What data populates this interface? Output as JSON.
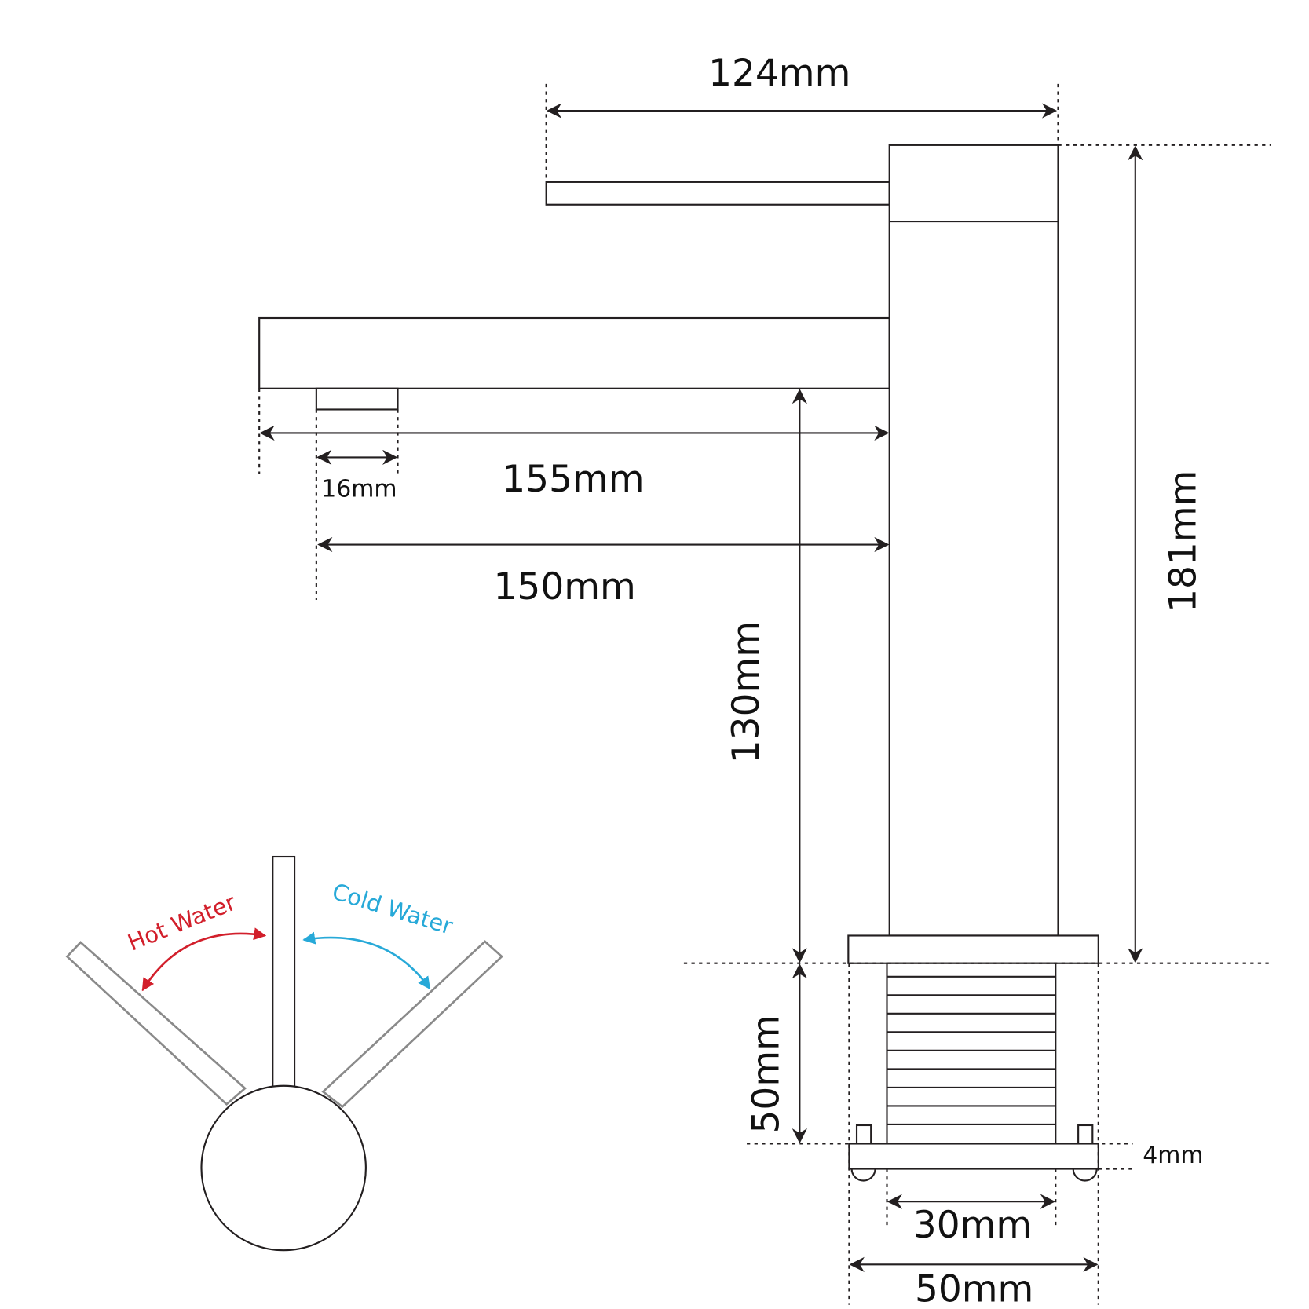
{
  "dimensions": {
    "handle_reach": "124mm",
    "total_height": "181mm",
    "spout_length": "155mm",
    "aerator_diameter": "16mm",
    "spout_reach": "150mm",
    "spout_height": "130mm",
    "thread_length": "50mm",
    "plate_thickness": "4mm",
    "thread_diameter": "30mm",
    "base_diameter": "50mm"
  },
  "lever": {
    "hot_label": "Hot Water",
    "cold_label": "Cold Water"
  },
  "colors": {
    "hot": "#d21f2b",
    "cold": "#27a9d8",
    "line": "#231f20"
  }
}
